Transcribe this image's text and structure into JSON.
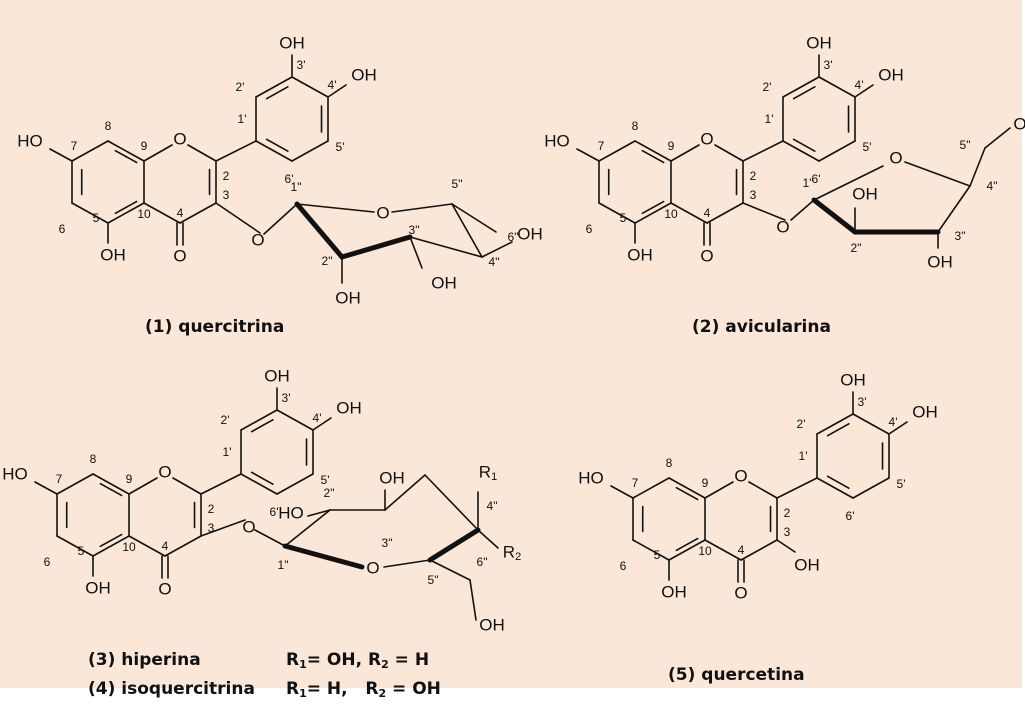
{
  "compounds": [
    {
      "id": "1",
      "name": "quercitrina",
      "label": "(1) quercitrina"
    },
    {
      "id": "2",
      "name": "avicularina",
      "label": "(2) avicularina"
    },
    {
      "id": "3",
      "name": "hiperina",
      "label": "(3) hiperina",
      "r1": "OH",
      "r2": "H"
    },
    {
      "id": "4",
      "name": "isoquercitrina",
      "label": "(4) isoquercitrina",
      "r1": "H",
      "r2": "OH"
    },
    {
      "id": "5",
      "name": "quercetina",
      "label": "(5) quercetina"
    }
  ],
  "substituent_text": {
    "r_label": "R",
    "sub1": "1",
    "sub2": "2",
    "hiperina_eq1": "= OH,",
    "hiperina_eq2": " = H",
    "iso_eq1": "= H,",
    "iso_eq2": " = OH"
  },
  "atom_labels": {
    "oh": "OH",
    "ho": "HO",
    "o": "O",
    "r1": "R",
    "r2": "R"
  },
  "colors": {
    "panel_background": "#fbe7d8",
    "ink": "#111111"
  }
}
